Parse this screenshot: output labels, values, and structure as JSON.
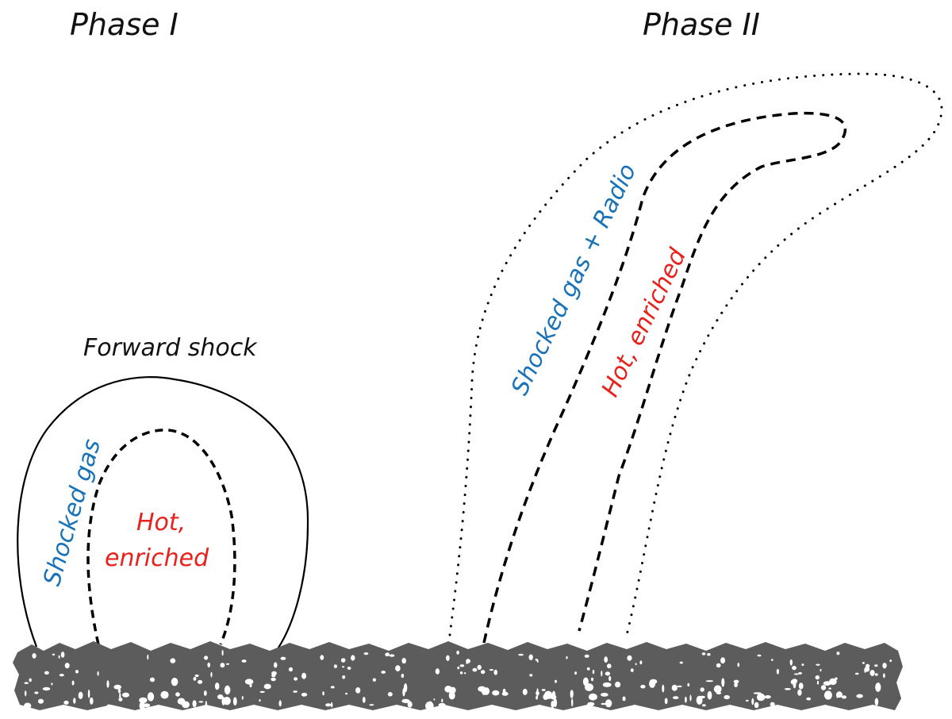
{
  "phases": {
    "phase1": {
      "title": "Phase I",
      "forward_shock_label": "Forward shock",
      "outer_region_label": "Shocked gas",
      "inner_region_label_line1": "Hot,",
      "inner_region_label_line2": "enriched"
    },
    "phase2": {
      "title": "Phase II",
      "outer_region_label": "Shocked gas + Radio",
      "inner_region_label": "Hot,  enriched"
    }
  },
  "colors": {
    "ground": "#5c5c5c",
    "outline": "#000000",
    "shocked_gas_text": "#1a72b8",
    "hot_enriched_text": "#e8211c",
    "title_text": "#111111"
  },
  "legend_semantics": {
    "solid_line": "forward shock",
    "dashed_line": "hot enriched boundary",
    "dotted_line": "shocked gas + radio boundary"
  }
}
